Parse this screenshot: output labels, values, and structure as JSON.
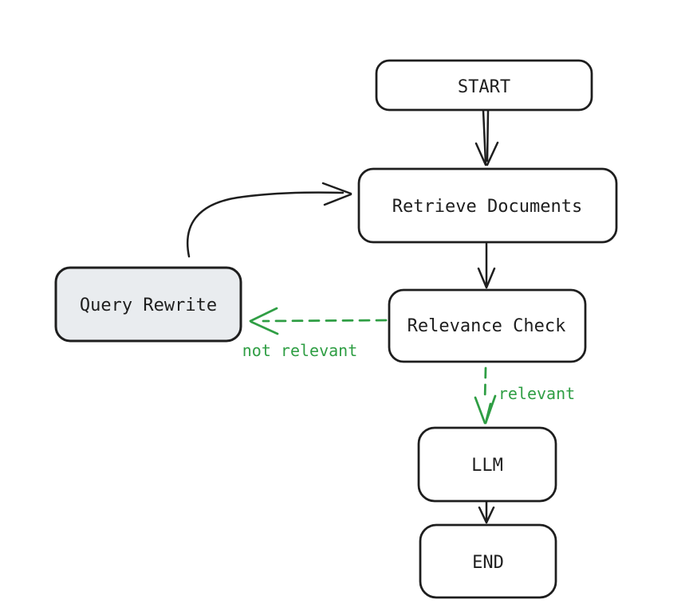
{
  "diagram": {
    "nodes": {
      "start": {
        "label": "START"
      },
      "retrieve": {
        "label": "Retrieve Documents"
      },
      "relevance": {
        "label": "Relevance Check"
      },
      "rewrite": {
        "label": "Query Rewrite"
      },
      "llm": {
        "label": "LLM"
      },
      "end": {
        "label": "END"
      }
    },
    "edges": {
      "not_relevant": {
        "label": "not relevant"
      },
      "relevant": {
        "label": "relevant"
      }
    }
  },
  "colors": {
    "line": "#1e1e1e",
    "text": "#1e1e1e",
    "green": "#2f9e44",
    "rewrite_fill": "#e9ecef",
    "background": "#ffffff"
  }
}
